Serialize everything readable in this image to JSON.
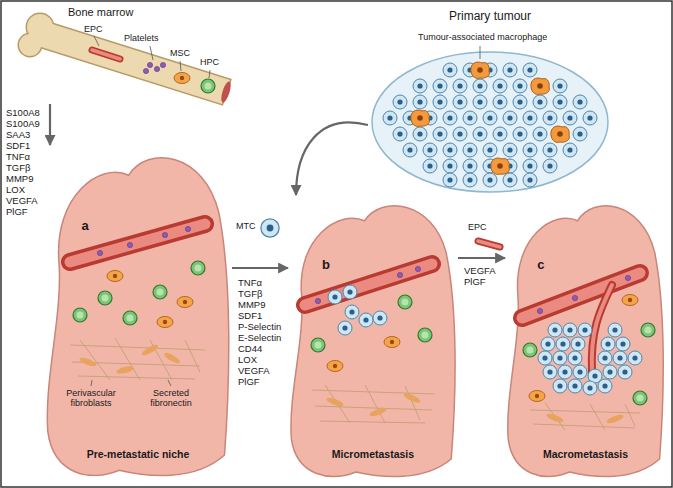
{
  "diagram": {
    "nodes": [
      {
        "text": [
          "Bone marrow"
        ]
      },
      {
        "text": [
          "Primary tumour"
        ]
      },
      {
        "text": [
          "a",
          "Pre-metastatic niche"
        ]
      },
      {
        "text": [
          "b",
          "Micrometastasis"
        ]
      },
      {
        "text": [
          "c",
          "Macrometastasis"
        ]
      }
    ],
    "edges": [
      {
        "from": 0,
        "to": 2,
        "arrow": "to"
      },
      {
        "from": 1,
        "to": 3,
        "arrow": "to"
      },
      {
        "from": 2,
        "to": 3,
        "arrow": "to"
      },
      {
        "from": 3,
        "to": 4,
        "arrow": "to"
      }
    ],
    "labels": [
      "EPC",
      "Platelets",
      "MSC",
      "HPC",
      "S100A8",
      "S100A9",
      "SAA3",
      "SDF1",
      "TNFα",
      "TGFβ",
      "MMP9",
      "LOX",
      "VEGFA",
      "PlGF",
      "Tumour-associated macrophage",
      "Perivascular fibroblasts",
      "Secreted fibronectin",
      "MTC",
      "TNFα",
      "TGFβ",
      "MMP9",
      "SDF1",
      "P-Selectin",
      "E-Selectin",
      "CD44",
      "LOX",
      "VEGFA",
      "PlGF",
      "EPC",
      "VEGFA",
      "PlGF"
    ]
  }
}
